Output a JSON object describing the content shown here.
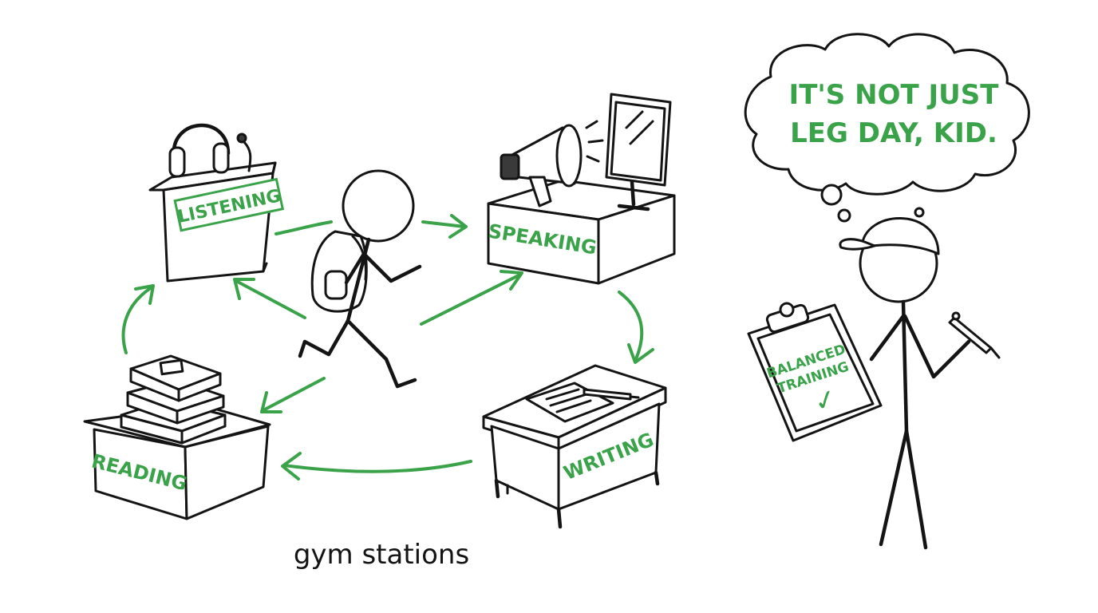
{
  "stations": {
    "listening": "LISTENING",
    "speaking": "SPEAKING",
    "reading": "READING",
    "writing": "WRITING"
  },
  "caption": "gym stations",
  "thought_bubble": {
    "line1": "IT'S NOT JUST",
    "line2": "LEG DAY, KID."
  },
  "clipboard": {
    "line1": "BALANCED",
    "line2": "TRAINING",
    "mark": "✓"
  },
  "colors": {
    "accent": "#3aa34a",
    "ink": "#141414"
  }
}
